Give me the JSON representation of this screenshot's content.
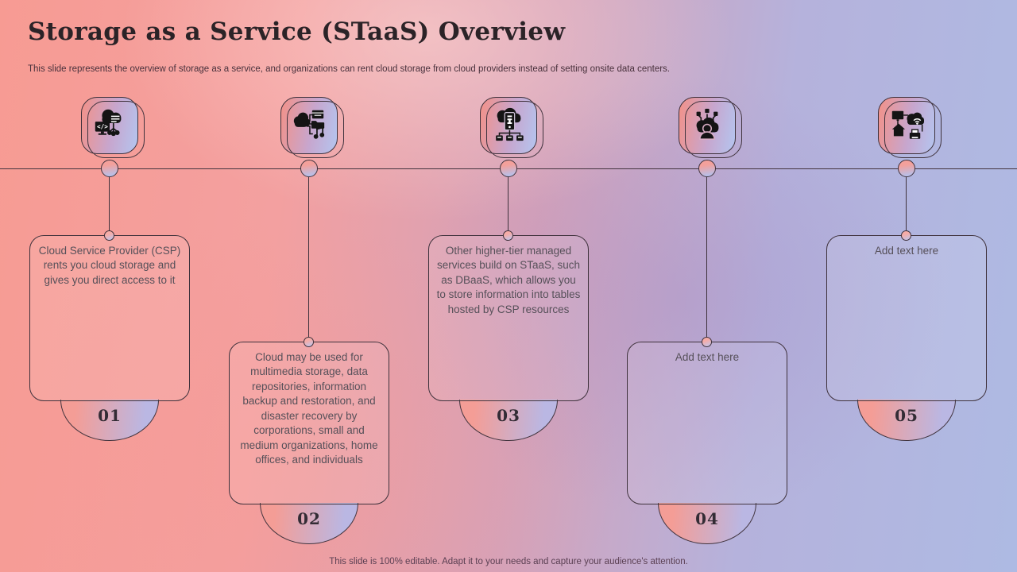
{
  "slide": {
    "title": "Storage as a Service (STaaS) Overview",
    "subtitle": "This slide represents the overview of storage as a service, and organizations can rent cloud storage from cloud providers instead of setting onsite data centers.",
    "footer": "This slide is 100% editable. Adapt it to your needs and capture your audience's attention."
  },
  "colors": {
    "background_left": "#f79b93",
    "background_right": "#aebae3",
    "outline": "#3f323c",
    "title_text": "#2b2327",
    "subtitle_text": "#48313c",
    "body_text": "#565059",
    "number_text": "#332c35",
    "icon_fill": "#141414",
    "tile_gradient_start": "#ef938e",
    "tile_gradient_end": "#b6c2ec"
  },
  "timeline": {
    "items": [
      {
        "number": "01",
        "icon": "cloud-code-icon",
        "text": "Cloud Service Provider (CSP) rents you cloud storage and gives you direct access to it"
      },
      {
        "number": "02",
        "icon": "cloud-multimedia-icon",
        "text": "Cloud may be used for multimedia storage, data repositories, information backup and restoration, and disaster recovery by corporations, small and medium organizations, home offices, and individuals"
      },
      {
        "number": "03",
        "icon": "cloud-server-network-icon",
        "text": "Other higher-tier managed services build on STaaS, such as DBaaS, which allows you to store information into tables hosted by CSP resources"
      },
      {
        "number": "04",
        "icon": "user-cloud-network-icon",
        "text": "Add text here"
      },
      {
        "number": "05",
        "icon": "devices-cloud-icon",
        "text": "Add text here"
      }
    ]
  }
}
